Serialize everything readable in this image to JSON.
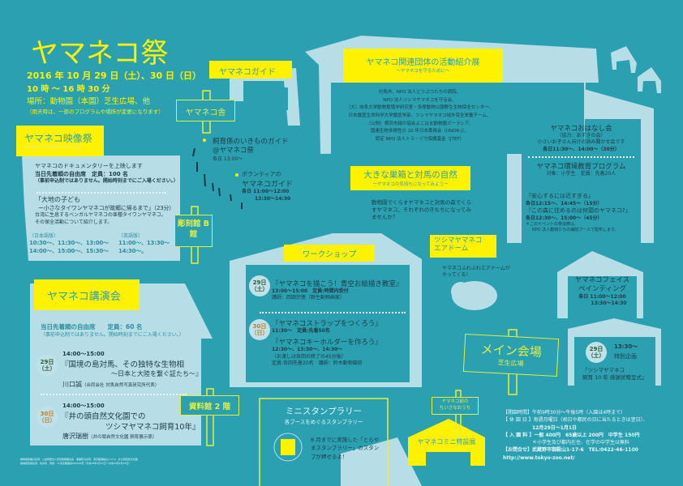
{
  "header": {
    "title": "ヤマネコ祭",
    "date": "2016 年 10 月 29 日（土）、30 日（日）",
    "time": "10 時 〜 16 時 30 分",
    "place": "場所：動物園（本園）芝生広場、他",
    "note": "（雨天時は、一部のプログラムや場所が変更になります）"
  },
  "film": {
    "title": "ヤマネコ映像祭",
    "subtitle": "Leopard Cat Film Festival",
    "lead": "ヤマネコのドキュメンタリーを上映します",
    "seats": "当日先着順の自由席　定員：100 名",
    "no_reserve": "（事前申込制ではありません。開始時刻までにご入場ください。）",
    "movie_title1": "「大地の子ども",
    "movie_title2": "ー小さなタイワンヤマネコが故郷に帰るまで」（23分）",
    "desc1": "台湾に生息するベンガルヤマネコの亜種タイワンヤマネコ。",
    "desc2": "その保全活動について紹介します。",
    "jp_label": "（日本語版）",
    "jp_times1": "10:30〜、11:30〜、13:00〜",
    "jp_times2": "14:00〜、15:00〜、15:30〜",
    "en_label": "（英語版）",
    "en_times1": "11:00〜、13:30〜",
    "en_times2": "14:30〜。",
    "venue_sign": "彫刻館 B 館"
  },
  "lecture": {
    "title": "ヤマネコ講演会",
    "seats": "当日先着順の自由席　　定員：60 名",
    "no_reserve": "（事前申込制ではありません。開始時刻までにご入場ください。）",
    "items": [
      {
        "day": "29日",
        "dow": "（土）",
        "time": "14:00〜15:00",
        "title1": "『国境の島対馬、その独特な生物相",
        "title2": "〜日本と大陸を繋ぐ証たち〜』",
        "speaker": "川口誠",
        "affil": "（合同会社 対馬自然写真研究所代表）"
      },
      {
        "day": "30日",
        "dow": "（日）",
        "time": "14:00〜15:00",
        "title1": "『井の頭自然文化園での",
        "title2": "ツシマヤマネコ飼育10年』",
        "speaker": "唐沢瑞樹",
        "affil": "（井の頭自然文化園 飼育展示係）"
      }
    ],
    "venue_sign": "資料館 2 階"
  },
  "guide": {
    "label": "ヤマネコガイド",
    "house_sign": "ヤマネコ舎",
    "item1_title1": "飼育係のいきものガイド",
    "item1_title2": "@ヤマネコ祭",
    "item1_time": "各日 13:00〜",
    "item2_pre": "ボランティアの",
    "item2_title": "ヤマネコガイド",
    "item2_time1": "各日 11:00〜12:00",
    "item2_time2": "13:30〜14:30"
  },
  "groups": {
    "title": "ヤマネコ関連団体の活動紹介展",
    "subtitle": "〜ヤマネコを守るために〜",
    "lines": [
      "対馬市、NPO 法人どうぶつたちの病院、",
      "NPO 法人ツシマヤマネコを守る会、",
      "（大）岐阜大学動物繁殖学研究室・多摩動物公園野生生物保全センター、",
      "日本獣医生命科学大学獣医学部、ツシマヤマネコ域外保全栄養チーム、",
      "（公財）横浜市緑の協会よこはま動物園ズーラシア、",
      "国連生物多様性の 10 年日本委員会（UNDB-J）、",
      "認定 NPO 法人トラ・ゾウ保護基金（JTEF）"
    ]
  },
  "nestbox": {
    "title": "大きな巣箱と対馬の自然",
    "subtitle": "ーヤマネコの気持ちになってみようー",
    "desc": "動物園でくらすヤマネコと対馬の森でくらすヤマネコ、それぞれのきもちになってみませんか？"
  },
  "story": {
    "title": "ヤマネコおはなし会",
    "coop": "（協力：あずきの会）",
    "desc": "小さいお子さん向けの読み聞かせ会です",
    "time": "各日11:30〜、14:00〜（30分）",
    "prog_title": "ヤマネコ環境教育プログラム",
    "target": "対象：小学生　定員：先着20人",
    "p1": "『安心するには近すぎる』",
    "p1_time": "各日12:15〜、14:45〜（15分）",
    "p2": "『この森に住めるのは何頭のヤマネコ?』",
    "p2_time": "各日12:30〜、15:00〜（45分）",
    "note1": "＊このイベントの参加券は、",
    "note2": "NPO 法人動物たちの病院ブースで配布します。"
  },
  "workshop": {
    "title": "ワークショップ",
    "d1": {
      "day": "29日",
      "dow": "（土）",
      "title": "『ヤマネコを描こう！青空お絵描き教室』",
      "time": "13:00〜15:00　定員:時間内受付",
      "teacher": "講師：岡田宗徳（野生動物画家）"
    },
    "d2": {
      "day": "30日",
      "dow": "（日）",
      "title1": "『ヤマネコストラップをつくろう』",
      "time1": "11:30〜　定員:先着50名",
      "title2": "『ヤマネコキーホルダーを作ろう』",
      "time2": "12:30〜、13:30〜、14:30〜",
      "note": "（お渡しは各回の終了の45分後）",
      "cap": "定員:各回先着20名　講師：鈴木動物園前"
    }
  },
  "airdome": {
    "title1": "ツシマヤマネコ",
    "title2": "エアドーム",
    "desc1": "ヤマネコふわふわエアドームが",
    "desc2": "やってくる！"
  },
  "face": {
    "title1": "ヤマネコフェイス",
    "title2": "ペインティング",
    "time1": "各日 11:00〜12:00",
    "time2": "13:30〜14:30"
  },
  "special": {
    "day": "29日",
    "dow": "（土）",
    "time": "13:30〜",
    "label": "特別企画",
    "title1": "「ツシマヤマネコ",
    "title2": "飼育 10 年 感謝状贈呈式」"
  },
  "main": {
    "title": "メイン会場",
    "sub": "芝生広場"
  },
  "stamp": {
    "title": "ミニスタンプラリー",
    "sub": "各ブースをめぐるスタンプラリー",
    "desc": "8 月までに実施した「とらやまスタンプラリー」のスタンプが押せるよ！"
  },
  "mini": {
    "sign1": "ヤマネコ前の",
    "sign2": "ちいさなおうち",
    "title": "ヤマネコミニ特設展"
  },
  "info": {
    "hours": "【開園時間】午前9時30分〜午後5時（入園は4時まで）",
    "closed": "【 休 園 日 】毎週月曜日（祝日や都民の日に当たるときは翌日）、",
    "closed2": "12月29日〜1月1日",
    "fee": "【 入 園 料 】一般 400円　65歳以上 200円　中学生 150円",
    "fee_note": "＊小学生及び都内在住、在学の中学生は無料",
    "contact": "【お問合せ】武蔵野市御殿山1-17-6　TEL:0422-46-1100",
    "url": "http://www.tokyo-zoo.net/"
  },
  "fineprint": {
    "l1": "動物取扱業の名称：公益財団法人東京動物園協会　事業所の名称：東京都御殿山1-17-6　井の頭自然文化園",
    "l2": "動物取扱責任者：永井清　登録：11東京都展第001005号（平成19年2月15日〜平成29年2月15日）"
  },
  "colors": {
    "bg": "#2aa0b1",
    "light": "#b7dee6",
    "yellow": "#fff200",
    "sign": "#e6ef3a"
  }
}
